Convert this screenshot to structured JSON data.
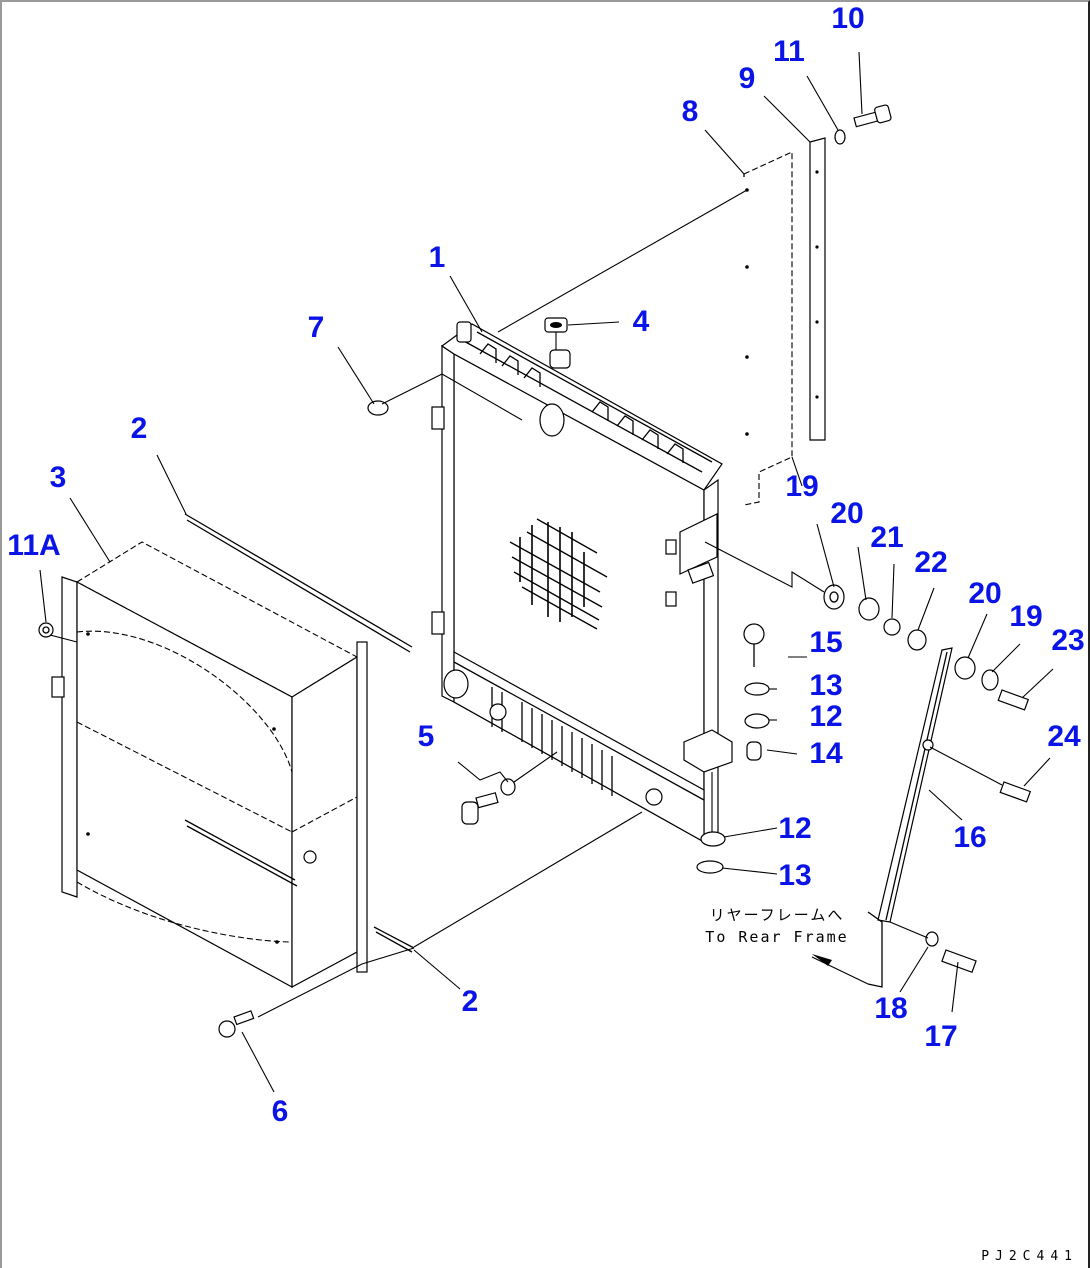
{
  "diagram": {
    "title": "Radiator mounting — exploded parts view",
    "drawing_code": "PJ2C441",
    "note_jp": "リヤーフレームへ",
    "note_en": "To Rear Frame",
    "label_color": "#0A14E6",
    "callouts": [
      {
        "id": "c1",
        "text": "1",
        "part": "radiator"
      },
      {
        "id": "c2a",
        "text": "2",
        "part": "seal-strip-upper"
      },
      {
        "id": "c2b",
        "text": "2",
        "part": "seal-strip-lower"
      },
      {
        "id": "c3",
        "text": "3",
        "part": "fan-shroud"
      },
      {
        "id": "c4",
        "text": "4",
        "part": "radiator-cap"
      },
      {
        "id": "c5",
        "text": "5",
        "part": "drain-valve"
      },
      {
        "id": "c6",
        "text": "6",
        "part": "shroud-bolt"
      },
      {
        "id": "c7",
        "text": "7",
        "part": "clip"
      },
      {
        "id": "c8",
        "text": "8",
        "part": "side-panel"
      },
      {
        "id": "c9",
        "text": "9",
        "part": "panel-bracket"
      },
      {
        "id": "c10",
        "text": "10",
        "part": "bolt"
      },
      {
        "id": "c11",
        "text": "11",
        "part": "washer"
      },
      {
        "id": "c11a",
        "text": "11A",
        "part": "shroud-nut"
      },
      {
        "id": "c12a",
        "text": "12",
        "part": "cushion-upper"
      },
      {
        "id": "c12b",
        "text": "12",
        "part": "cushion-lower"
      },
      {
        "id": "c13a",
        "text": "13",
        "part": "plate-upper"
      },
      {
        "id": "c13b",
        "text": "13",
        "part": "plate-lower"
      },
      {
        "id": "c14",
        "text": "14",
        "part": "collar"
      },
      {
        "id": "c15",
        "text": "15",
        "part": "mount-bolt"
      },
      {
        "id": "c16",
        "text": "16",
        "part": "stay-rod"
      },
      {
        "id": "c17",
        "text": "17",
        "part": "stay-bolt-lower"
      },
      {
        "id": "c18",
        "text": "18",
        "part": "stay-washer-lower"
      },
      {
        "id": "c19a",
        "text": "19",
        "part": "bracket-plate"
      },
      {
        "id": "c19b",
        "text": "19",
        "part": "washer"
      },
      {
        "id": "c20a",
        "text": "20",
        "part": "washer-left"
      },
      {
        "id": "c20b",
        "text": "20",
        "part": "washer-right"
      },
      {
        "id": "c21",
        "text": "21",
        "part": "rubber-bushing"
      },
      {
        "id": "c22",
        "text": "22",
        "part": "rubber-bushing"
      },
      {
        "id": "c23",
        "text": "23",
        "part": "stay-bolt-upper"
      },
      {
        "id": "c24",
        "text": "24",
        "part": "stay-bolt-mid"
      }
    ]
  }
}
